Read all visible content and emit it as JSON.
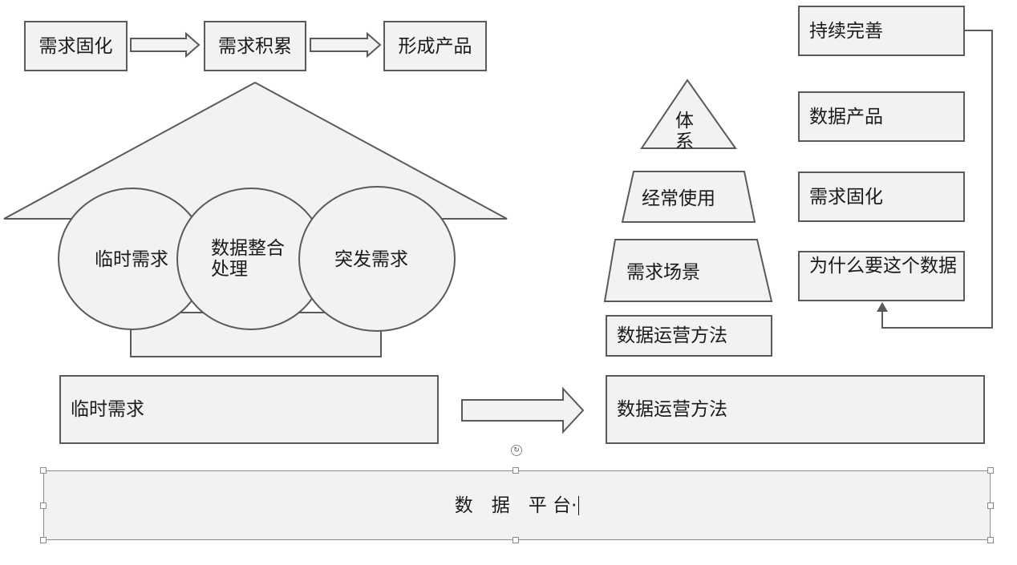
{
  "flow": {
    "step1": "需求固化",
    "step2": "需求积累",
    "step3": "形成产品"
  },
  "house": {
    "circle_left": "临时需求",
    "circle_mid": "数据整合处理",
    "circle_right": "突发需求"
  },
  "pyramid": {
    "top": "体系",
    "level2": "经常使用",
    "level3": "需求场景",
    "base": "数据运营方法"
  },
  "cycle": {
    "item1": "持续完善",
    "item2": "数据产品",
    "item3": "需求固化",
    "item4": "为什么要这个数据"
  },
  "transition": {
    "from": "临时需求",
    "to": "数据运营方法"
  },
  "platform": {
    "label": "数　据　平 台·"
  }
}
